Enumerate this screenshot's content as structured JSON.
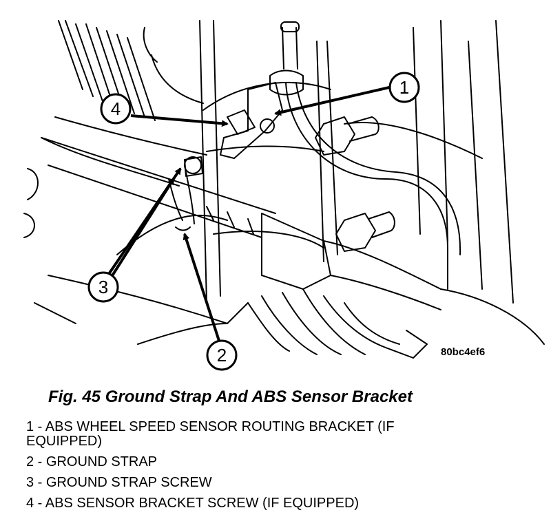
{
  "figure": {
    "caption": "Fig. 45 Ground Strap And ABS Sensor Bracket",
    "reference_code": "80bc4ef6"
  },
  "callouts": [
    {
      "number": "1"
    },
    {
      "number": "2"
    },
    {
      "number": "3"
    },
    {
      "number": "4"
    }
  ],
  "legend": [
    {
      "text": "1 - ABS WHEEL SPEED SENSOR ROUTING BRACKET (IF EQUIPPED)"
    },
    {
      "text": "2 - GROUND STRAP"
    },
    {
      "text": "3 - GROUND STRAP SCREW"
    },
    {
      "text": "4 - ABS SENSOR BRACKET SCREW (IF EQUIPPED)"
    }
  ]
}
